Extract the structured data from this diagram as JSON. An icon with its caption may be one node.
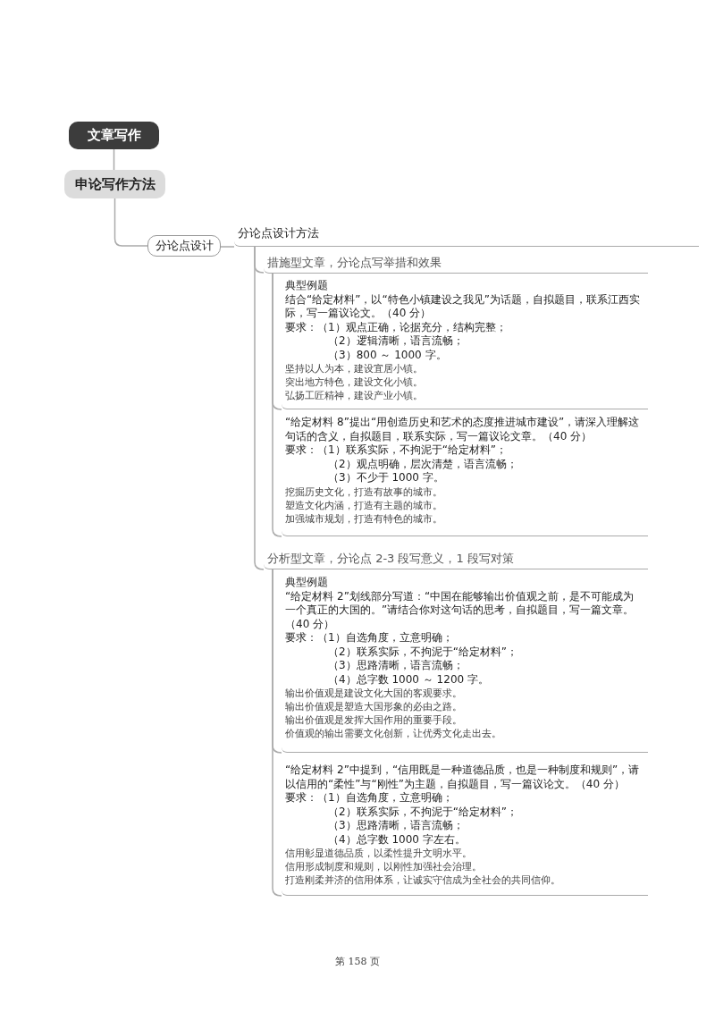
{
  "diagram": {
    "nodes": [
      {
        "text": [
          "文章写作"
        ]
      },
      {
        "text": [
          "申论写作方法"
        ]
      },
      {
        "text": [
          "分论点设计"
        ]
      },
      {
        "text": [
          "分论点设计方法"
        ]
      },
      {
        "text": [
          "措施型文章，分论点写举措和效果"
        ]
      },
      {
        "text": [
          "典型例题",
          "结合“给定材料”，以“特色小镇建设之我见”为话题，自拟题目，联系江西实际，写一篇议论文。（40 分）",
          "要求：（1）观点正确，论据充分，结构完整；",
          "（2）逻辑清晰，语言流畅；",
          "（3）800 ～ 1000 字。",
          "坚持以人为本，建设宜居小镇。",
          "突出地方特色，建设文化小镇。",
          "弘扬工匠精神，建设产业小镇。"
        ]
      },
      {
        "text": [
          "“给定材料 8”提出“用创造历史和艺术的态度推进城市建设”，请深入理解这句话的含义，自拟题目，联系实际，写一篇议论文章。（40 分）",
          "要求：（1）联系实际，不拘泥于“给定材料”；",
          "（2）观点明确，层次清楚，语言流畅；",
          "（3）不少于 1000 字。",
          "挖掘历史文化，打造有故事的城市。",
          "塑造文化内涵，打造有主题的城市。",
          "加强城市规划，打造有特色的城市。"
        ]
      },
      {
        "text": [
          "分析型文章，分论点 2-3 段写意义，1 段写对策"
        ]
      },
      {
        "text": [
          "典型例题",
          "“给定材料 2”划线部分写道：“中国在能够输出价值观之前，是不可能成为一个真正的大国的。”请结合你对这句话的思考，自拟题目，写一篇文章。（40 分）",
          "要求：（1）自选角度，立意明确；",
          "（2）联系实际，不拘泥于“给定材料”；",
          "（3）思路清晰，语言流畅；",
          "（4）总字数 1000 ～ 1200 字。",
          "输出价值观是建设文化大国的客观要求。",
          "输出价值观是塑造大国形象的必由之路。",
          "输出价值观是发挥大国作用的重要手段。",
          "价值观的输出需要文化创新，让优秀文化走出去。"
        ]
      },
      {
        "text": [
          "“给定材料 2”中提到，“信用既是一种道德品质，也是一种制度和规则”，请以信用的“柔性”与“刚性”为主题，自拟题目，写一篇议论文。（40 分）",
          "要求：（1）自选角度，立意明确；",
          "（2）联系实际，不拘泥于“给定材料”；",
          "（3）思路清晰，语言流畅；",
          "（4）总字数 1000 字左右。",
          "信用彰显道德品质，以柔性提升文明水平。",
          "信用形成制度和规则，以刚性加强社会治理。",
          "打造刚柔并济的信用体系，让诚实守信成为全社会的共同信仰。"
        ]
      }
    ],
    "edges": [
      {
        "from": 0,
        "to": 1,
        "arrow": "none"
      },
      {
        "from": 1,
        "to": 2,
        "arrow": "none"
      },
      {
        "from": 2,
        "to": 3,
        "arrow": "none"
      },
      {
        "from": 3,
        "to": 4,
        "arrow": "none"
      },
      {
        "from": 4,
        "to": 5,
        "arrow": "none"
      },
      {
        "from": 4,
        "to": 6,
        "arrow": "none"
      },
      {
        "from": 3,
        "to": 7,
        "arrow": "none"
      },
      {
        "from": 7,
        "to": 8,
        "arrow": "none"
      },
      {
        "from": 7,
        "to": 9,
        "arrow": "none"
      }
    ],
    "labels": [
      "第 158 页"
    ]
  }
}
